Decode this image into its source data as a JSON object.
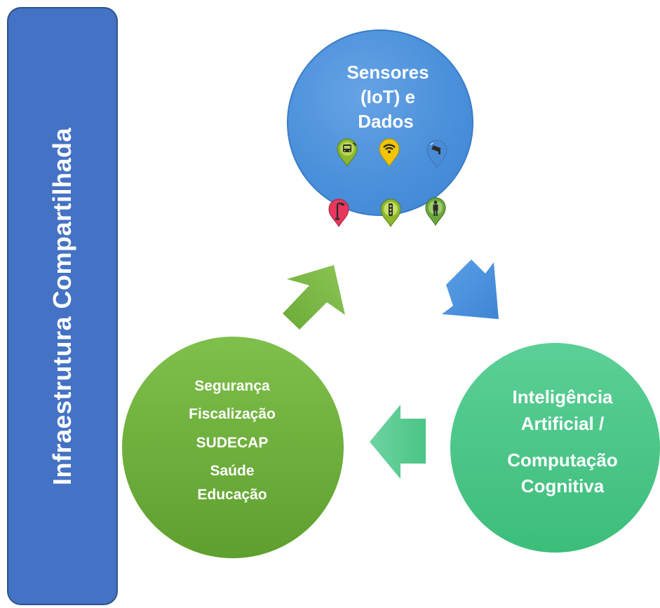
{
  "sidebar": {
    "title": "Infraestrutura Compartilhada"
  },
  "cycle": {
    "top": {
      "lines": [
        "Sensores",
        "(IoT) e",
        "Dados"
      ]
    },
    "right": {
      "lines": [
        "Inteligência",
        "Artificial /",
        "Computação",
        "Cognitiva"
      ]
    },
    "left": {
      "lines": [
        "Segurança",
        "Fiscalização",
        "SUDECAP",
        "Saúde",
        "Educação"
      ]
    }
  },
  "icons": [
    {
      "name": "bus-marker-icon",
      "color": "#8db72c"
    },
    {
      "name": "wifi-marker-icon",
      "color": "#f2c500"
    },
    {
      "name": "camera-marker-icon",
      "color": "#3f84d3"
    },
    {
      "name": "streetlight-marker-icon",
      "color": "#e8365d"
    },
    {
      "name": "traffic-light-marker-icon",
      "color": "#8db72c"
    },
    {
      "name": "person-marker-icon",
      "color": "#6aa83c"
    }
  ],
  "colors": {
    "sidebar": "#4472c4",
    "top_circle": "#4a90da",
    "right_circle": "#3cbd7a",
    "left_circle": "#6aa83c"
  }
}
